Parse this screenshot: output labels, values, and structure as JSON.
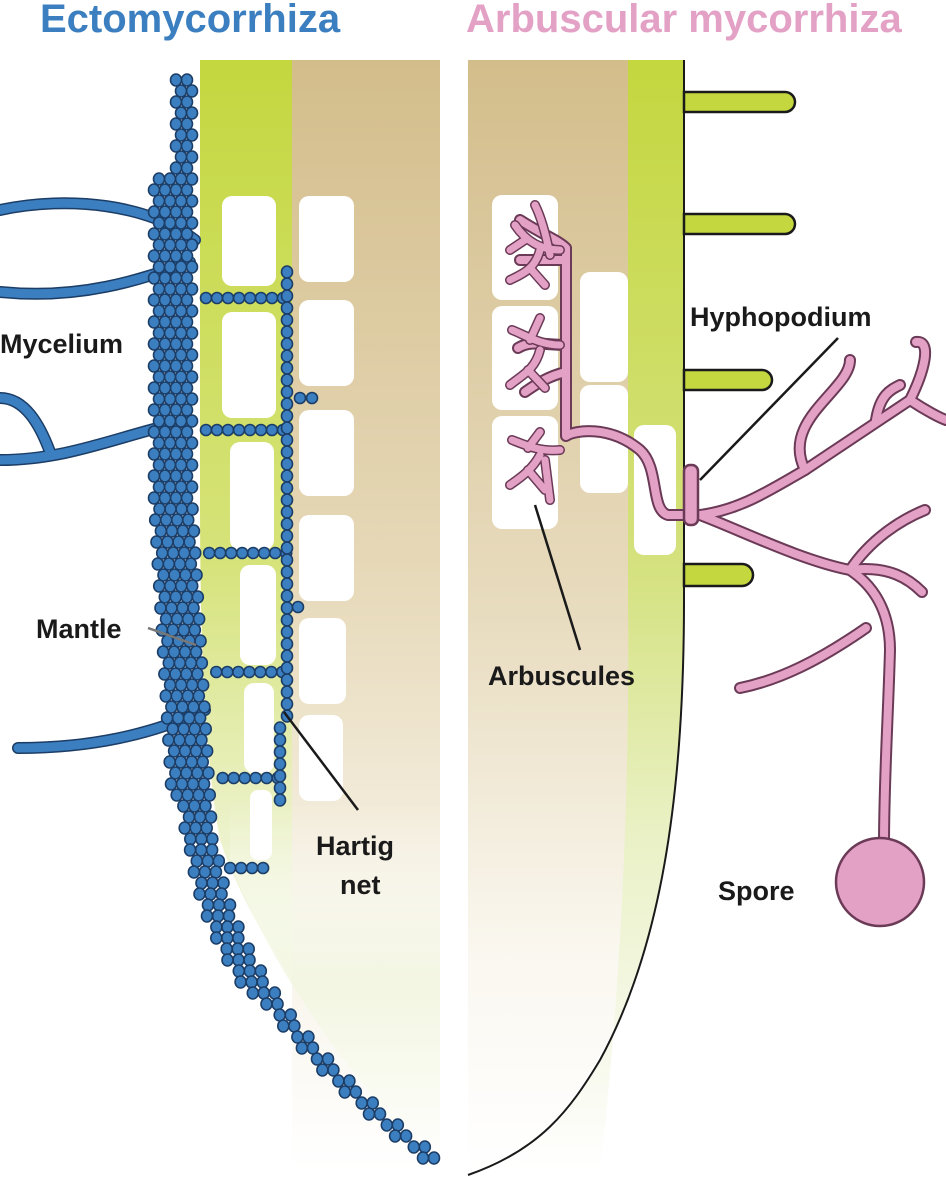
{
  "titles": {
    "left": "Ectomycorrhiza",
    "right": "Arbuscular mycorrhiza"
  },
  "labels": {
    "mycelium": "Mycelium",
    "mantle": "Mantle",
    "hartig_line1": "Hartig",
    "hartig_line2": "net",
    "hyphopodium": "Hyphopodium",
    "arbuscules": "Arbuscules",
    "spore": "Spore"
  },
  "colors": {
    "ecto_blue": "#3b7fc0",
    "ecto_dark": "#1c3d66",
    "am_pink": "#e3a1c6",
    "am_dark": "#6b3a57",
    "root_green": "#c4d73f",
    "root_tan": "#d3bd8b",
    "leader": "#1a1a1a",
    "mantle_leader": "#777777"
  }
}
